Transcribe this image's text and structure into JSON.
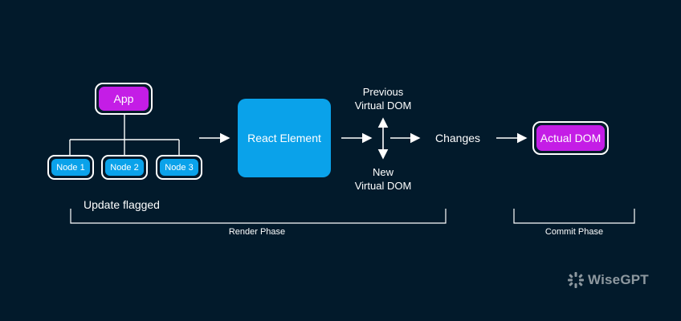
{
  "diagram": {
    "app_label": "App",
    "nodes": [
      "Node 1",
      "Node 2",
      "Node 3"
    ],
    "update_label": "Update flagged",
    "react_element_label": "React Element",
    "previous_vdom": [
      "Previous",
      "Virtual DOM"
    ],
    "new_vdom": [
      "New",
      "Virtual DOM"
    ],
    "changes_label": "Changes",
    "actual_dom_label": "Actual DOM",
    "render_phase_label": "Render Phase",
    "commit_phase_label": "Commit Phase"
  },
  "brand": {
    "name": "WiseGPT",
    "icon": "wisegpt-logo-icon"
  },
  "colors": {
    "background": "#021a2b",
    "purple": "#c41de6",
    "blue": "#0aa2ea",
    "line": "#ffffff"
  }
}
